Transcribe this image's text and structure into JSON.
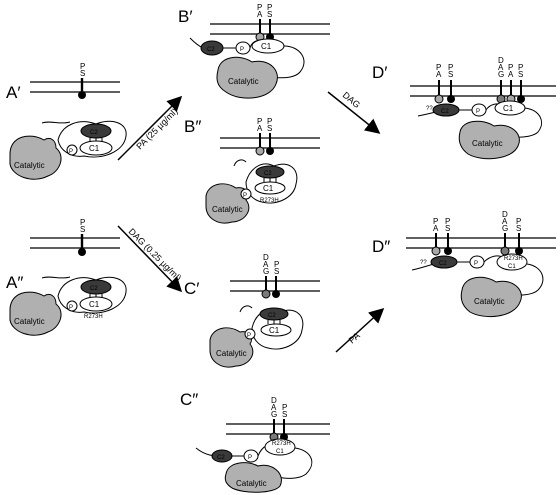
{
  "panels": {
    "a1": "A′",
    "a2": "A″",
    "b1": "B′",
    "b2": "B″",
    "c1": "C′",
    "c2": "C″",
    "d1": "D′",
    "d2": "D″"
  },
  "lipids": {
    "p": "P",
    "s": "S",
    "a": "A",
    "d": "D",
    "g": "G"
  },
  "domains": {
    "catalytic": "Catalytic",
    "c1": "C1",
    "c2": "C2",
    "p": "P",
    "mutant": "R273H",
    "question": "??"
  },
  "arrows": {
    "pa_conc": "PA (25 µg/ml)",
    "dag_conc": "DAG (0.25 µg/ml)",
    "dag": "DAG",
    "pa": "PA"
  },
  "colors": {
    "catalytic_fill": "#b0b0b0",
    "c2_fill": "#3a3a3a",
    "ps_head": "#000000",
    "pa_head": "#a8a8a8",
    "dag_head": "#7a7a7a"
  }
}
